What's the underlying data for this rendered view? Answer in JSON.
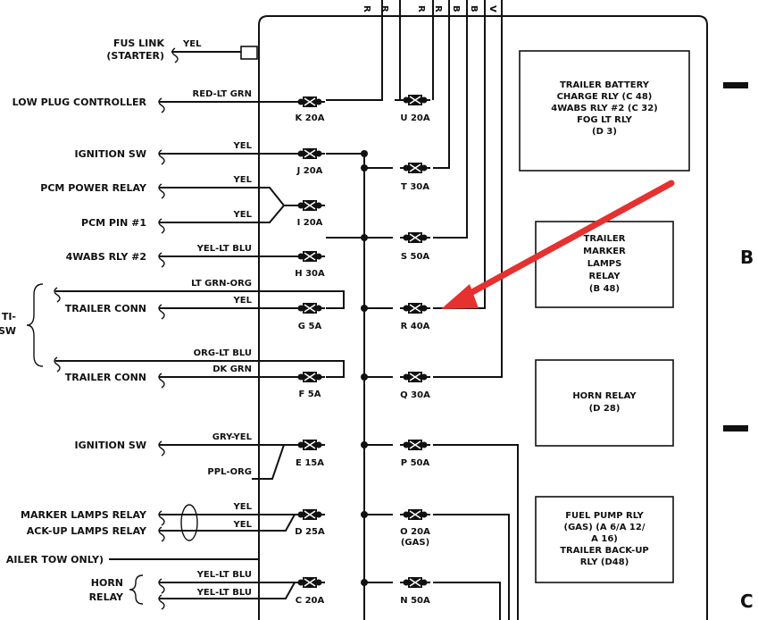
{
  "top_wire_letters": [
    "R",
    "R",
    "R",
    "R",
    "B",
    "B",
    "V"
  ],
  "left_labels": {
    "fus_link": "FUS LINK",
    "starter": "(STARTER)",
    "glow_plug": "LOW PLUG CONTROLLER",
    "ignition_sw_1": "IGNITION SW",
    "pcm_power_relay": "PCM POWER RELAY",
    "pcm_pin": "PCM PIN #1",
    "wabs_rly": "4WABS RLY #2",
    "anti_sw_1": "TI-",
    "anti_sw_2": "SW",
    "trailer_conn_1": "TRAILER CONN",
    "trailer_conn_2": "TRAILER CONN",
    "ignition_sw_2": "IGNITION SW",
    "marker_lamps_relay": "MARKER LAMPS RELAY",
    "backup_lamps_relay": "ACK-UP LAMPS RELAY",
    "trailer_tow_only": "AILER TOW ONLY)",
    "horn_1": "HORN",
    "horn_2": "RELAY"
  },
  "wire_colors": {
    "fus_link": "YEL",
    "k": "RED-LT GRN",
    "j": "YEL",
    "pcm_power": "YEL",
    "pcm_pin": "YEL",
    "h": "YEL-LT BLU",
    "g_top": "LT GRN-ORG",
    "g": "YEL",
    "f_top": "ORG-LT BLU",
    "f": "DK GRN",
    "e_top": "GRY-YEL",
    "e_bottom": "PPL-ORG",
    "d_top": "YEL",
    "d": "YEL",
    "c_top": "YEL-LT BLU",
    "c": "YEL-LT BLU"
  },
  "fuses_left": [
    "K 20A",
    "J 20A",
    "I 20A",
    "H 30A",
    "G 5A",
    "F 5A",
    "E 15A",
    "D 25A",
    "C 20A"
  ],
  "fuses_right": [
    "U 20A",
    "T 30A",
    "S 50A",
    "R 40A",
    "Q 30A",
    "P 50A",
    "O 20A",
    "N 50A"
  ],
  "fuse_o_note": "(GAS)",
  "relays": {
    "trailer_battery": [
      "TRAILER BATTERY",
      "CHARGE RLY (C 48)",
      "4WABS RLY #2 (C 32)",
      "FOG LT RLY",
      "(D 3)"
    ],
    "trailer_marker": [
      "TRAILER",
      "MARKER",
      "LAMPS",
      "RELAY",
      "(B 48)"
    ],
    "horn": [
      "HORN RELAY",
      "(D 28)"
    ],
    "fuel_pump": [
      "FUEL PUMP RLY",
      "(GAS) (A 6/A 12/",
      "A 16)",
      "TRAILER BACK-UP",
      "RLY (D48)"
    ]
  },
  "side_letters": {
    "b": "B",
    "c": "C"
  },
  "arrow_color": "#e5312f"
}
